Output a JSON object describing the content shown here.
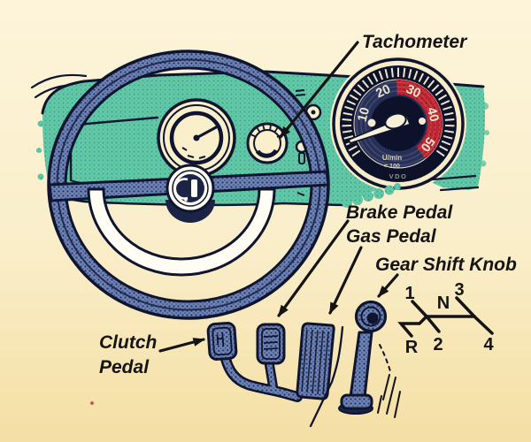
{
  "labels": {
    "tachometer": "Tachometer",
    "brake_pedal": "Brake Pedal",
    "gas_pedal": "Gas Pedal",
    "gear_shift_knob": "Gear Shift Knob",
    "clutch_line1": "Clutch",
    "clutch_line2": "Pedal"
  },
  "tachometer_gauge": {
    "numbers": [
      "10",
      "20",
      "30",
      "40",
      "50"
    ],
    "unit_line1": "U/min",
    "unit_line2": "= 100",
    "brand": "VDO"
  },
  "gear_pattern": {
    "first": "1",
    "neutral": "N",
    "third": "3",
    "reverse": "R",
    "second": "2",
    "fourth": "4"
  },
  "colors": {
    "background_cream": "#faeeca",
    "dashboard_teal": "#64c9a9",
    "steel_blue": "#6e84b6",
    "ink_navy": "#0f152e",
    "gauge_red": "#c32531",
    "horn_ring_white": "#fffdf4"
  }
}
